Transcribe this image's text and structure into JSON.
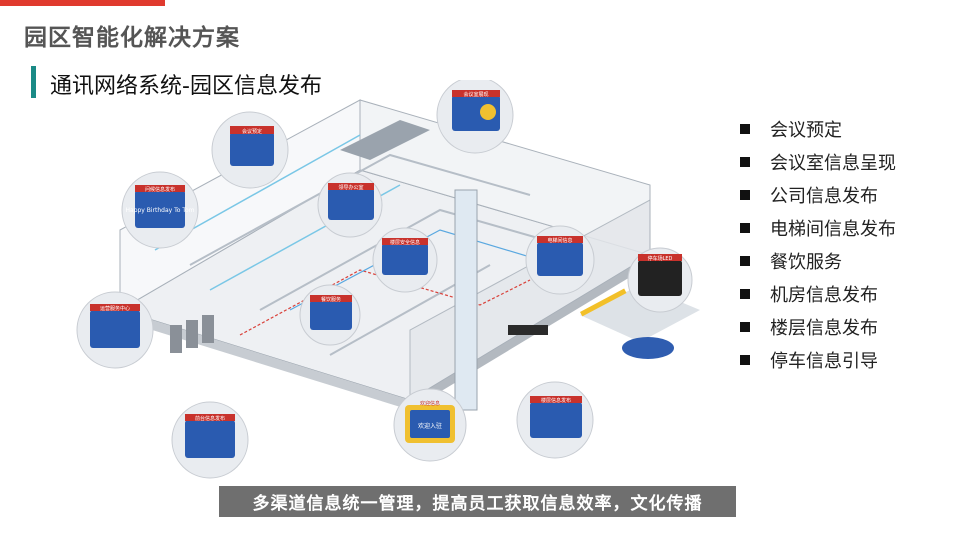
{
  "header": {
    "title": "园区智能化解决方案",
    "subtitle": "通讯网络系统-园区信息发布"
  },
  "features": [
    "会议预定",
    "会议室信息呈现",
    "公司信息发布",
    "电梯间信息发布",
    "餐饮服务",
    "机房信息发布",
    "楼层信息发布",
    "停车信息引导"
  ],
  "banner": "多渠道信息统一管理，提高员工获取信息效率，文化传播",
  "callouts": {
    "meeting_booking": "会议预定",
    "meeting_room": "会议室展现",
    "greeting_label": "问候信息发布",
    "greeting_text": "Happy Birthday To Tom",
    "leader_office": "领导办公室",
    "floor_security": "楼层安全信息",
    "elevator": "电梯间信息",
    "parking": "停车场LED",
    "catering": "餐饮服务",
    "ops_center": "运营服务中心",
    "front_desk": "前台信息发布",
    "lobby": "欢迎信息",
    "lobby_screen": "欢迎入驻",
    "floor_info": "楼层信息发布"
  },
  "colors": {
    "accent_red": "#e03a2e",
    "accent_teal": "#1a8a86",
    "screen_blue": "#2a5bb0",
    "callout_red": "#c8322c",
    "banner_grey": "#6f6f6f"
  }
}
